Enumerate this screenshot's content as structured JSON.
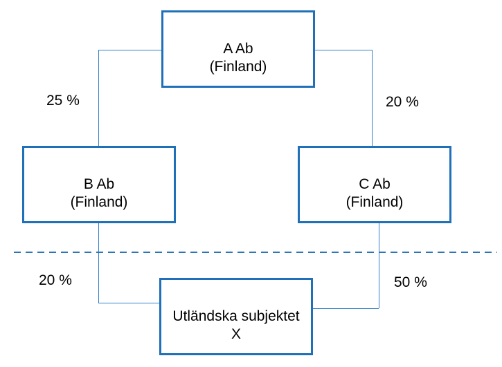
{
  "colors": {
    "box_border": "#1F70B8",
    "connector": "#2E80C6",
    "dashed_divider": "#2E75B6",
    "text": "#000000"
  },
  "nodes": {
    "a": {
      "line1": "A Ab",
      "line2": "(Finland)"
    },
    "b": {
      "line1": "B Ab",
      "line2": "(Finland)"
    },
    "c": {
      "line1": "C Ab",
      "line2": "(Finland)"
    },
    "x": {
      "line1": "Utländska subjektet",
      "line2": "X"
    }
  },
  "ownership_labels": {
    "top_left": "25 %",
    "top_right": "20 %",
    "bottom_left": "20 %",
    "bottom_right": "50 %"
  }
}
